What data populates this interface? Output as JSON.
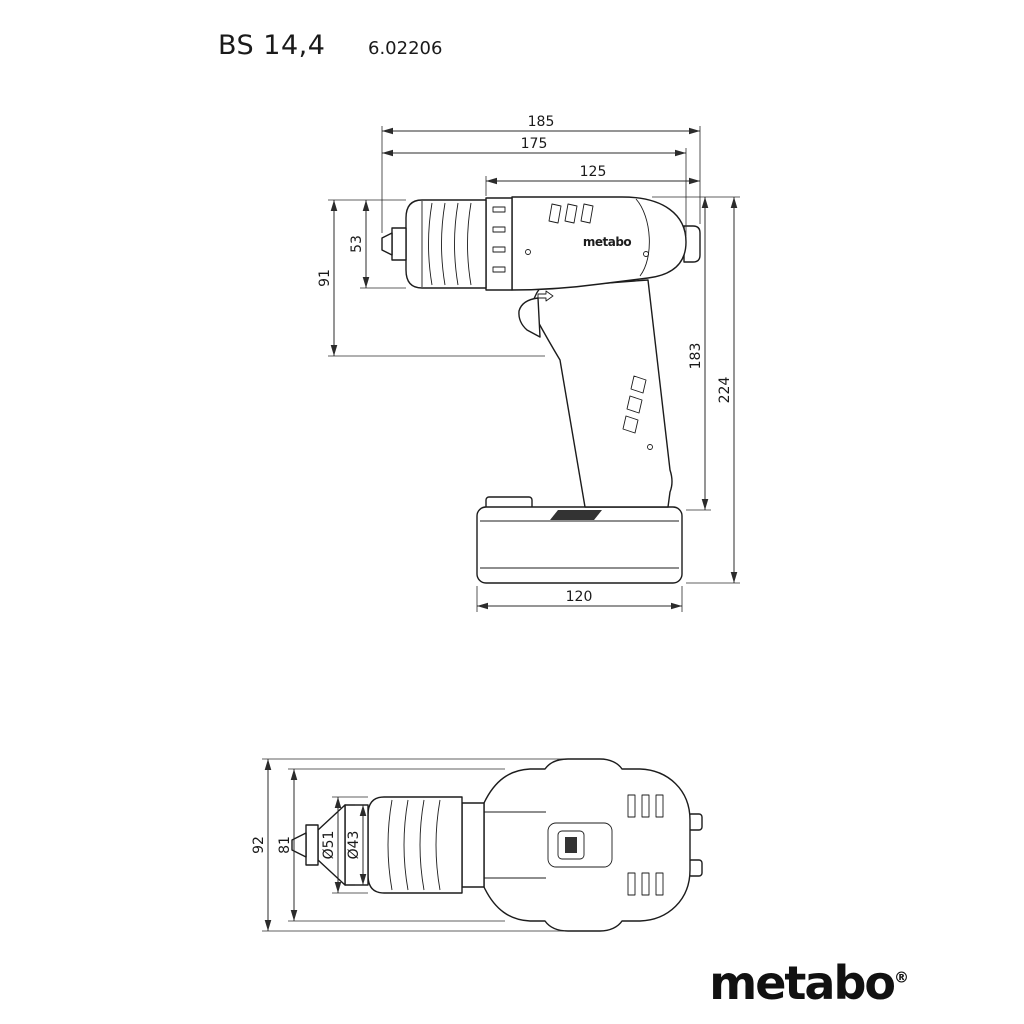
{
  "header": {
    "model": "BS 14,4",
    "article_no": "6.02206"
  },
  "side": {
    "dims": {
      "length_total": "185",
      "length_without_hook": "175",
      "housing_length": "125",
      "chuck_height": "53",
      "front_height": "91",
      "height_to_handle": "183",
      "total_height": "224",
      "battery_length": "120"
    },
    "body_brand": "metabo"
  },
  "top": {
    "dims": {
      "total_width": "92",
      "body_width": "81",
      "chuck_diameter": "Ø51",
      "neck_diameter": "Ø43"
    }
  },
  "footer": {
    "brand": "metabo",
    "registered": "®"
  }
}
